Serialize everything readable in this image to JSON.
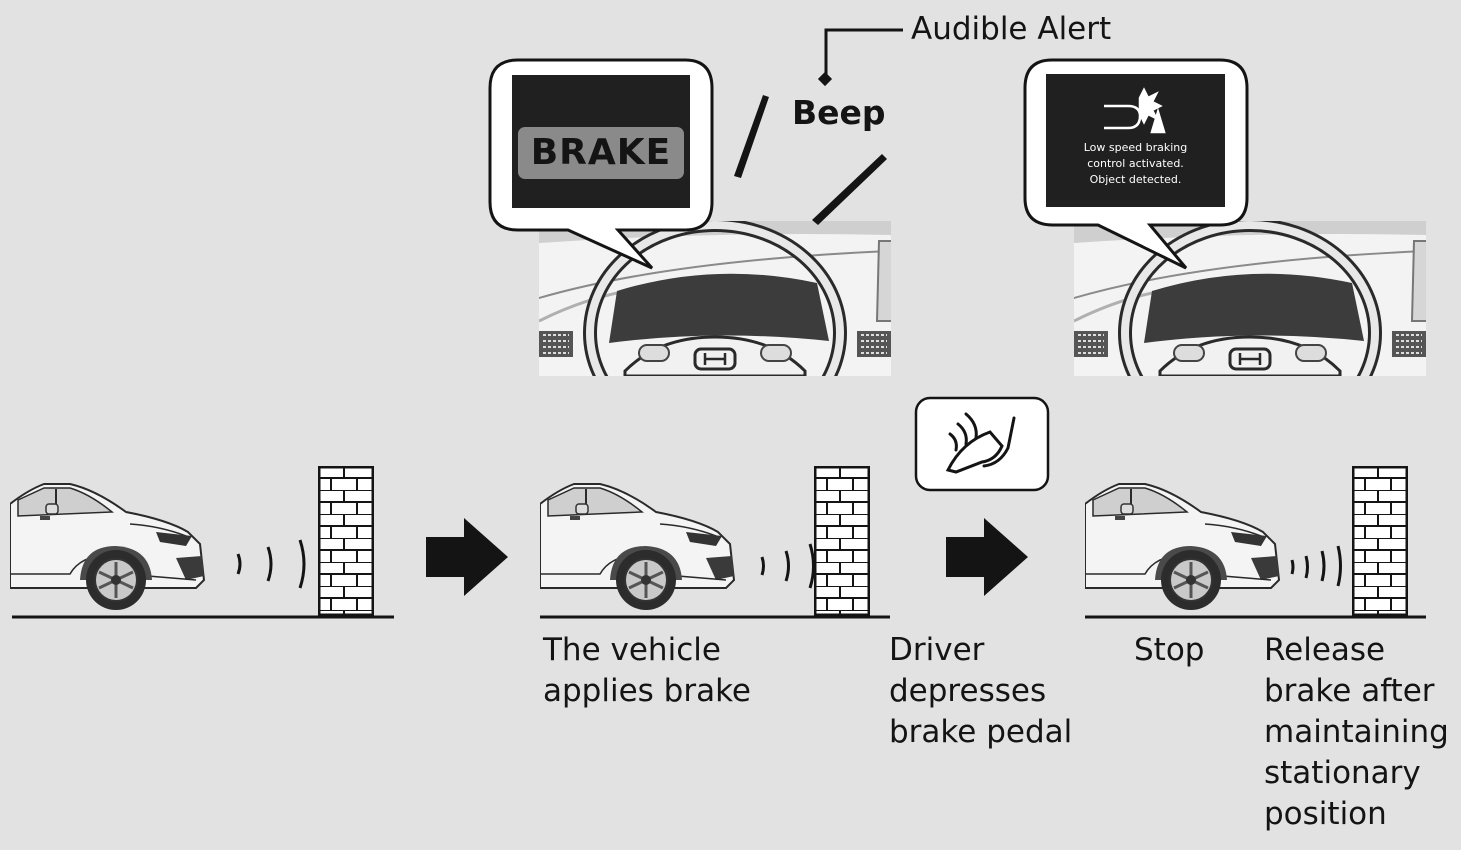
{
  "callout": {
    "audible_alert": "Audible Alert",
    "beep": "Beep"
  },
  "display_brake": {
    "label": "BRAKE"
  },
  "display_message": {
    "lines": [
      "Low speed braking",
      "control activated.",
      "Object detected."
    ]
  },
  "steps": [
    {
      "label": "The vehicle\napplies brake"
    },
    {
      "label": "Driver\ndepresses\nbrake pedal"
    },
    {
      "label": "Stop"
    },
    {
      "label": "Release\nbrake after\nmaintaining\nstationary\nposition"
    }
  ],
  "colors": {
    "background": "#e2e2e2",
    "ink": "#141414",
    "screen": "#202020",
    "brake_badge": "#8a8a8a",
    "car_body": "#f4f4f4",
    "brick": "#ffffff"
  }
}
